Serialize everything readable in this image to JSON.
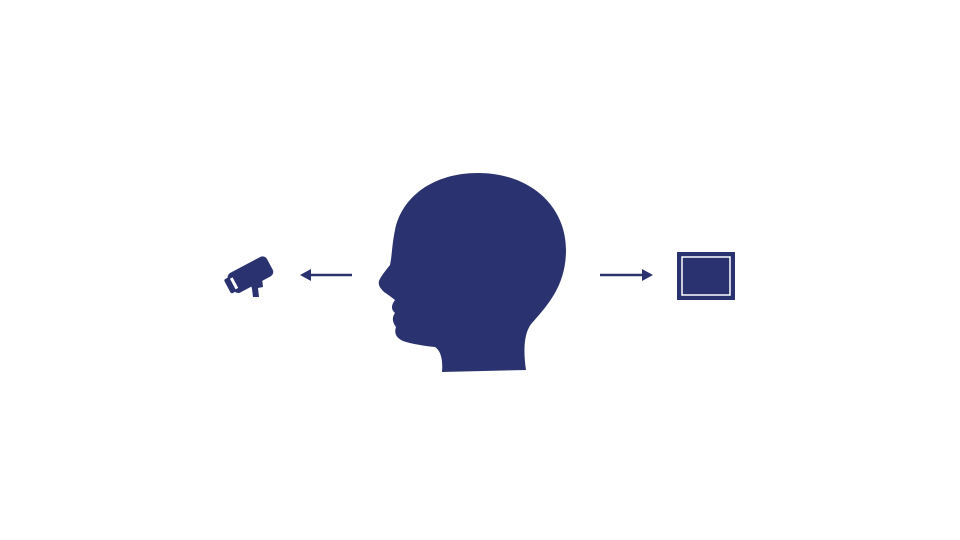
{
  "colors": {
    "background": "#ffffff",
    "primary": "#2a336f",
    "inner_frame": "#ffffff"
  },
  "diagram": {
    "left": {
      "icon": "security-camera-icon"
    },
    "center": {
      "icon": "human-head-profile-icon"
    },
    "right": {
      "icon": "framed-screen-icon"
    },
    "arrows": [
      {
        "from": "head",
        "to": "camera",
        "direction": "left"
      },
      {
        "from": "head",
        "to": "screen",
        "direction": "right"
      }
    ]
  }
}
